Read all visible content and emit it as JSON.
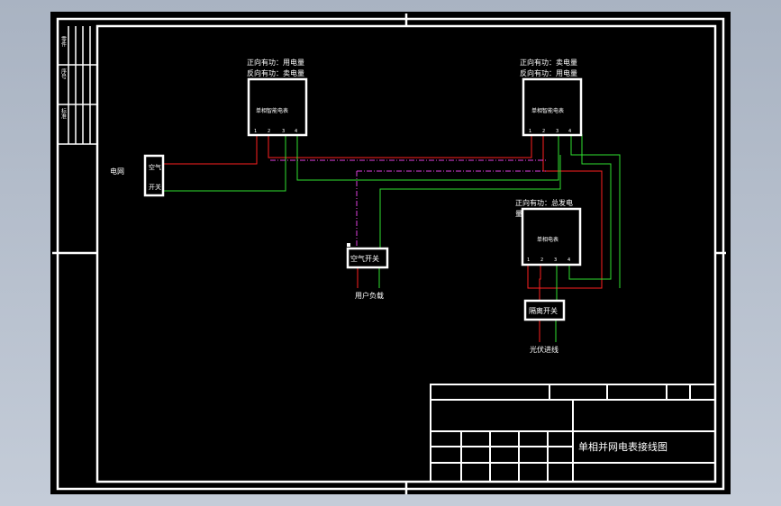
{
  "colors": {
    "background": "#000000",
    "frame": "#ffffff",
    "wire_red": "#ff2020",
    "wire_green": "#30e030",
    "wire_magenta": "#e040e0"
  },
  "grid_side_labels": [
    "零件",
    "序号",
    "标准"
  ],
  "meters": {
    "meter1": {
      "label_line1": "正向有功：用电量",
      "label_line2": "反向有功：卖电量",
      "name": "单相智能电表",
      "terminals": [
        "1",
        "2",
        "3",
        "4"
      ]
    },
    "meter2": {
      "label_line1": "正向有功：卖电量",
      "label_line2": "反向有功：用电量",
      "name": "单相智能电表",
      "terminals": [
        "1",
        "2",
        "3",
        "4"
      ]
    },
    "meter3": {
      "label_line1": "正向有功：总发电",
      "label_line2": "量",
      "name": "单相电表",
      "terminals": [
        "1",
        "2",
        "3",
        "4"
      ]
    }
  },
  "grid_label": "电网",
  "air_switch_main": {
    "line1": "空气",
    "line2": "开关"
  },
  "air_switch_user": "空气开关",
  "user_load": "用户负载",
  "isolation_switch": "隔离开关",
  "pv_input": "光伏进线",
  "title_block": {
    "title": "单相并网电表接线图"
  }
}
